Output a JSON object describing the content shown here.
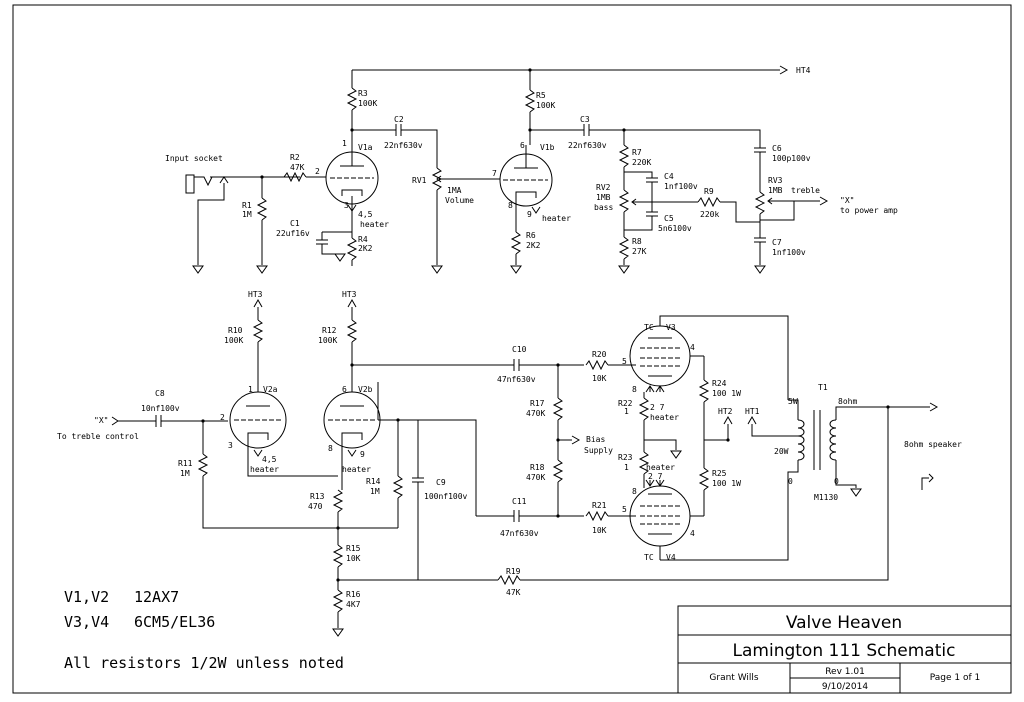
{
  "rails": {
    "ht4": "HT4",
    "ht3_a": "HT3",
    "ht3_b": "HT3",
    "ht2": "HT2",
    "ht1": "HT1"
  },
  "preamp": {
    "input": "Input socket",
    "r1": "R1",
    "r1v": "1M",
    "r2": "R2",
    "r2v": "47K",
    "r3": "R3",
    "r3v": "100K",
    "r4": "R4",
    "r4v": "2K2",
    "c1": "C1",
    "c1v": "22uf16v",
    "c2": "C2",
    "c2v": "22nf630v",
    "v1a": "V1a",
    "v1b": "V1b",
    "rv1": "RV1",
    "rv1v": "1MA",
    "rv1n": "Volume",
    "r5": "R5",
    "r5v": "100K",
    "r6": "R6",
    "r6v": "2K2",
    "heater_a": "4,5",
    "heater_b": "heater",
    "heater_c": "heater",
    "pin1": "1",
    "pin2": "2",
    "pin3": "3",
    "pin6": "6",
    "pin7": "7",
    "pin8": "8",
    "pin9": "9"
  },
  "tone": {
    "c3": "C3",
    "c3v": "22nf630v",
    "r7": "R7",
    "r7v": "220K",
    "c4": "C4",
    "c4v": "1nf100v",
    "rv2": "RV2",
    "rv2v": "1MB",
    "rv2n": "bass",
    "r9": "R9",
    "r9v": "220k",
    "c5": "C5",
    "c5v": "5n6100v",
    "r8": "R8",
    "r8v": "27K",
    "c6": "C6",
    "c6v": "100p100v",
    "rv3": "RV3",
    "rv3v": "1MB",
    "rv3n": "treble",
    "c7": "C7",
    "c7v": "1nf100v",
    "out1": "\"X\"",
    "out2": "to power amp"
  },
  "phase": {
    "c8": "C8",
    "c8v": "10nf100v",
    "x_in": "\"X\"",
    "x_in2": "To treble control",
    "r10": "R10",
    "r10v": "100K",
    "r11": "R11",
    "r11v": "1M",
    "r12": "R12",
    "r12v": "100K",
    "r13": "R13",
    "r13v": "470",
    "r14": "R14",
    "r14v": "1M",
    "r15": "R15",
    "r15v": "10K",
    "r16": "R16",
    "r16v": "4K7",
    "c9": "C9",
    "c9v": "100nf100v",
    "v2a": "V2a",
    "v2b": "V2b",
    "heater45": "4,5",
    "heater": "heater",
    "heater2": "heater"
  },
  "power": {
    "c10": "C10",
    "c10v": "47nf630v",
    "c11": "C11",
    "c11v": "47nf630v",
    "r17": "R17",
    "r17v": "470K",
    "r18": "R18",
    "r18v": "470K",
    "bias1": "Bias",
    "bias2": "Supply",
    "r19": "R19",
    "r19v": "47K",
    "r20": "R20",
    "r20v": "10K",
    "r21": "R21",
    "r21v": "10K",
    "r22": "R22",
    "r22v": "1",
    "r23": "R23",
    "r23v": "1",
    "r24": "R24",
    "r24v": "100 1W",
    "r25": "R25",
    "r25v": "100 1W",
    "v3": "V3",
    "v4": "V4",
    "tc": "TC",
    "tc2": "TC",
    "t1": "T1",
    "t1v": "M1130",
    "w5": "5W",
    "w20": "20W",
    "z1": "0",
    "z2": "0",
    "ohm8": "8ohm",
    "speaker": "8ohm speaker",
    "heater_a": "heater",
    "heater_b": "heater",
    "p27": "2 7",
    "p27b": "2 7",
    "p5": "5",
    "p5b": "5",
    "p4": "4",
    "p4b": "4",
    "p8": "8",
    "p8b": "8"
  },
  "notes": {
    "v12": "V1,V2",
    "v12t": "12AX7",
    "v34": "V3,V4",
    "v34t": "6CM5/EL36",
    "res": "All resistors 1/2W unless noted"
  },
  "title_block": {
    "company": "Valve Heaven",
    "title": "Lamington 111 Schematic",
    "author": "Grant Wills",
    "rev": "Rev 1.01",
    "date": "9/10/2014",
    "page": "Page 1 of 1"
  }
}
